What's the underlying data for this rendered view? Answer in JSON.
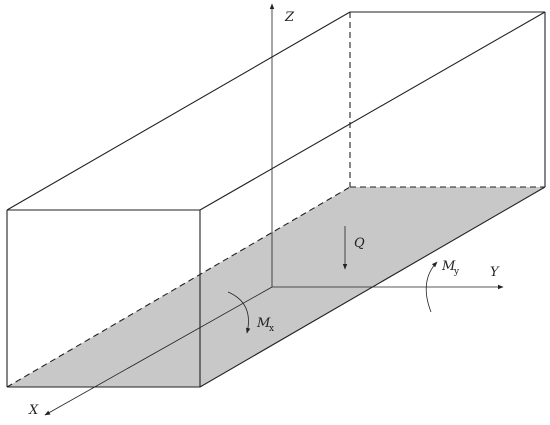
{
  "axes": {
    "x_label": "X",
    "y_label": "Y",
    "z_label": "Z"
  },
  "loads": {
    "q_label": "Q",
    "mx_label": "M",
    "mx_subscript": "x",
    "my_label": "M",
    "my_subscript": "y"
  },
  "colors": {
    "shaded_face": "#c8c8c8",
    "line": "#222222",
    "background": "#ffffff"
  }
}
